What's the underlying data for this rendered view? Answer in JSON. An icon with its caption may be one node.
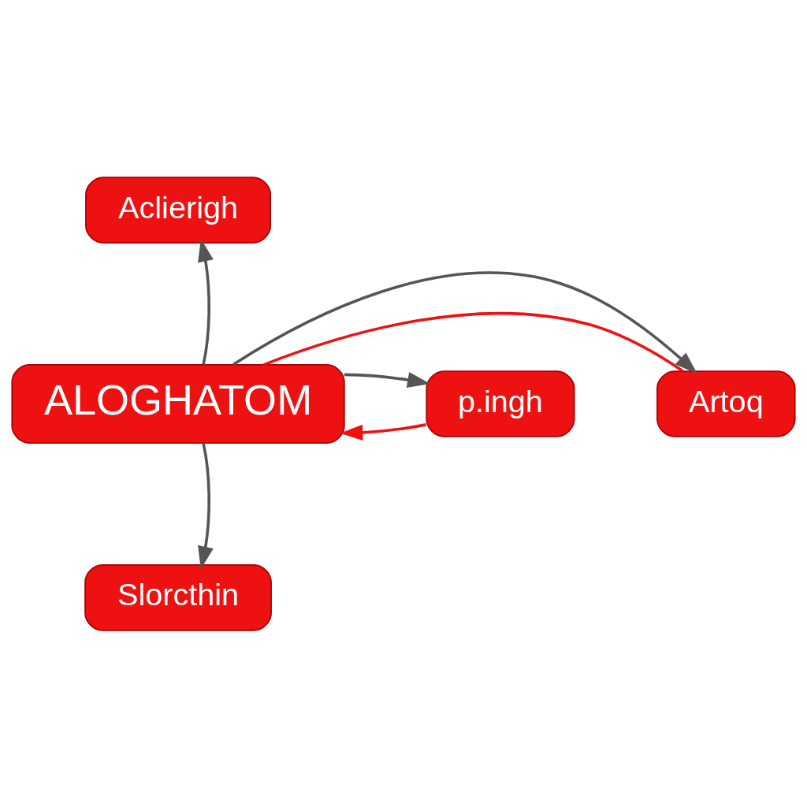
{
  "diagram": {
    "nodes": [
      {
        "text": [
          "Aclierigh"
        ]
      },
      {
        "text": [
          "p.ingh"
        ]
      },
      {
        "text": [
          "ALOGHATOM"
        ]
      },
      {
        "text": [
          "Artoq"
        ]
      },
      {
        "text": [
          "Slorcthin"
        ]
      }
    ],
    "edges": [
      {
        "from": 2,
        "to": 0,
        "arrow": "to"
      },
      {
        "from": 1,
        "to": 2,
        "arrow": "to",
        "color": "#ee1111"
      },
      {
        "from": 2,
        "to": 1,
        "arrow": "to"
      },
      {
        "from": 2,
        "to": 3,
        "arrow": "none",
        "color": "#ee1111"
      },
      {
        "from": 2,
        "to": 3,
        "arrow": "to"
      },
      {
        "from": 2,
        "to": 4,
        "arrow": "to"
      }
    ]
  }
}
